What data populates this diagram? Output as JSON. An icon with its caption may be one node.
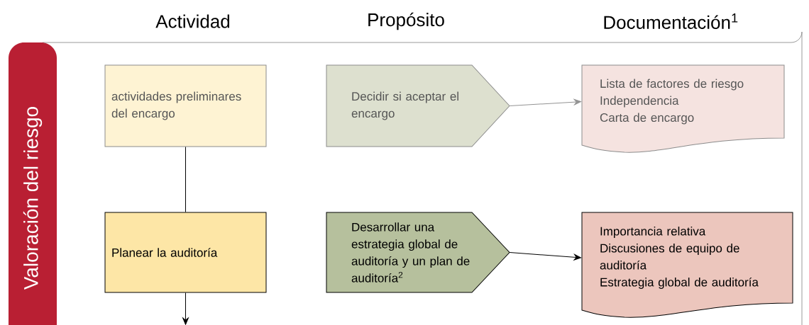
{
  "diagram": {
    "nodes": [
      {
        "text": [
          "Valoración del riesgo"
        ]
      },
      {
        "text": [
          "actividades preliminares del encargo"
        ]
      },
      {
        "text": [
          "Decidir si aceptar el encargo"
        ]
      },
      {
        "text": [
          "Lista de factores de riesgo",
          "Independencia",
          "Carta de encargo"
        ]
      },
      {
        "text": [
          "Planear la auditoría"
        ]
      },
      {
        "text": [
          "Desarrollar una estrategia global de auditoría y un plan de auditoría$^{2}$"
        ]
      },
      {
        "text": [
          "Importancia relativa",
          "Discusiones de equipo de auditoría",
          "Estrategia global de auditoría"
        ]
      }
    ],
    "edges": [
      {
        "from": 1,
        "to": 4,
        "arrow": "none"
      },
      {
        "from": 2,
        "to": 3,
        "arrow": "to",
        "color": "#939393"
      },
      {
        "from": 5,
        "to": 6,
        "arrow": "to"
      },
      {
        "from": 4,
        "to": null,
        "arrow": "to"
      }
    ],
    "labels": [
      "Actividad",
      "Propósito",
      "Documentación$^{1}$"
    ]
  }
}
